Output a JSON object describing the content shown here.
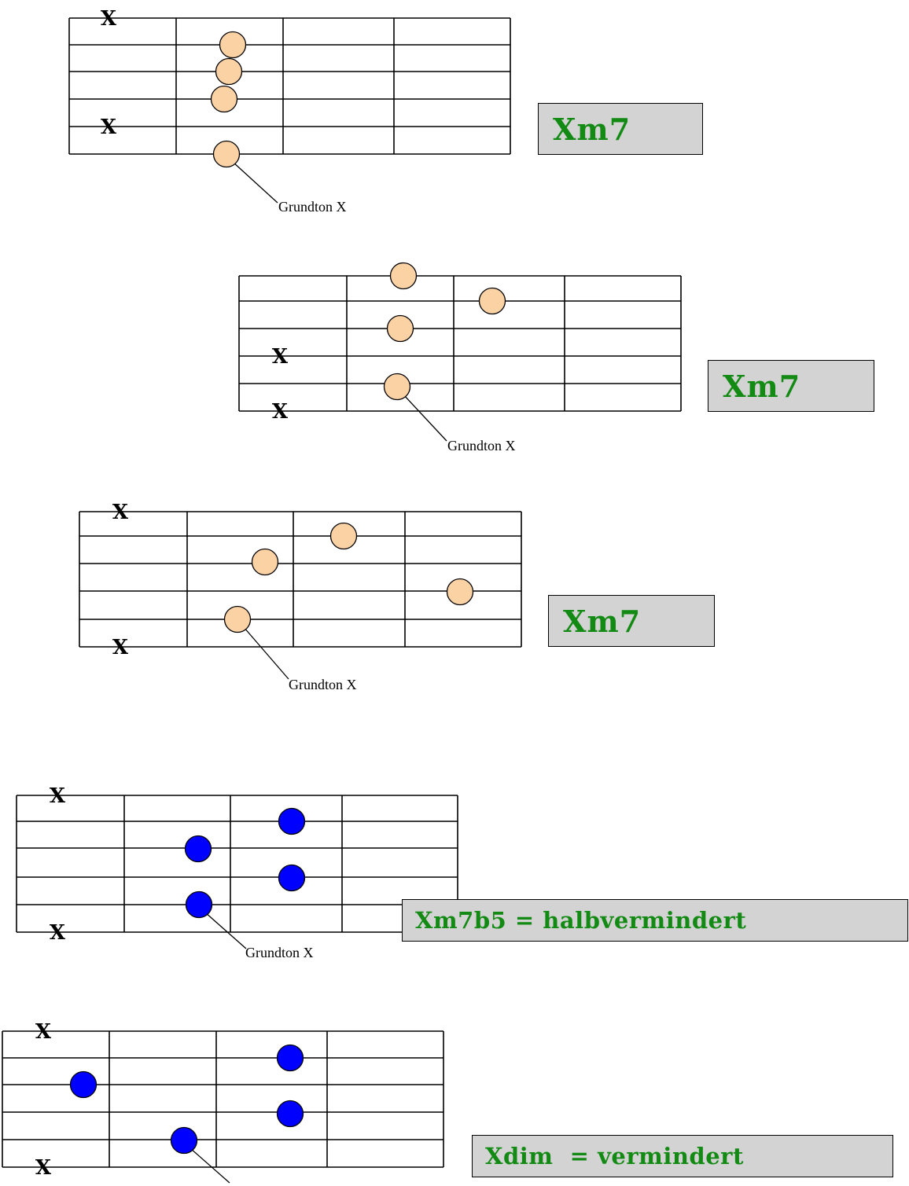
{
  "diagrams": [
    {
      "name": "chord-diagram-1",
      "chord_label": "Xm7",
      "annotation": "Grundton X",
      "dot_color": "#fbd2a4",
      "dots": [
        {
          "string": 1,
          "fret": 2
        },
        {
          "string": 2,
          "fret": 2
        },
        {
          "string": 3,
          "fret": 2
        },
        {
          "string": 5,
          "fret": 2,
          "root": true
        }
      ],
      "muted_strings": [
        0,
        4
      ],
      "mute_symbol": "X"
    },
    {
      "name": "chord-diagram-2",
      "chord_label": "Xm7",
      "annotation": "Grundton X",
      "dot_color": "#fbd2a4",
      "dots": [
        {
          "string": 0,
          "fret": 2
        },
        {
          "string": 1,
          "fret": 3
        },
        {
          "string": 2,
          "fret": 2
        },
        {
          "string": 4,
          "fret": 2,
          "root": true
        }
      ],
      "muted_strings": [
        3,
        5
      ],
      "mute_symbol": "X"
    },
    {
      "name": "chord-diagram-3",
      "chord_label": "Xm7",
      "annotation": "Grundton X",
      "dot_color": "#fbd2a4",
      "dots": [
        {
          "string": 1,
          "fret": 3
        },
        {
          "string": 2,
          "fret": 2
        },
        {
          "string": 3,
          "fret": 4
        },
        {
          "string": 4,
          "fret": 2,
          "root": true
        }
      ],
      "muted_strings": [
        0,
        5
      ],
      "mute_symbol": "X"
    },
    {
      "name": "chord-diagram-4",
      "chord_label": "Xm7b5 = halbvermindert",
      "annotation": "Grundton X",
      "dot_color": "#0000ff",
      "dots": [
        {
          "string": 1,
          "fret": 3
        },
        {
          "string": 2,
          "fret": 2
        },
        {
          "string": 3,
          "fret": 3
        },
        {
          "string": 4,
          "fret": 2,
          "root": true
        }
      ],
      "muted_strings": [
        0,
        5
      ],
      "mute_symbol": "X"
    },
    {
      "name": "chord-diagram-5",
      "chord_label": "Xdim  = vermindert",
      "annotation": "",
      "dot_color": "#0000ff",
      "dots": [
        {
          "string": 1,
          "fret": 3
        },
        {
          "string": 2,
          "fret": 1
        },
        {
          "string": 3,
          "fret": 3
        },
        {
          "string": 4,
          "fret": 2,
          "root": true
        }
      ],
      "muted_strings": [
        0,
        5
      ],
      "mute_symbol": "X"
    }
  ]
}
